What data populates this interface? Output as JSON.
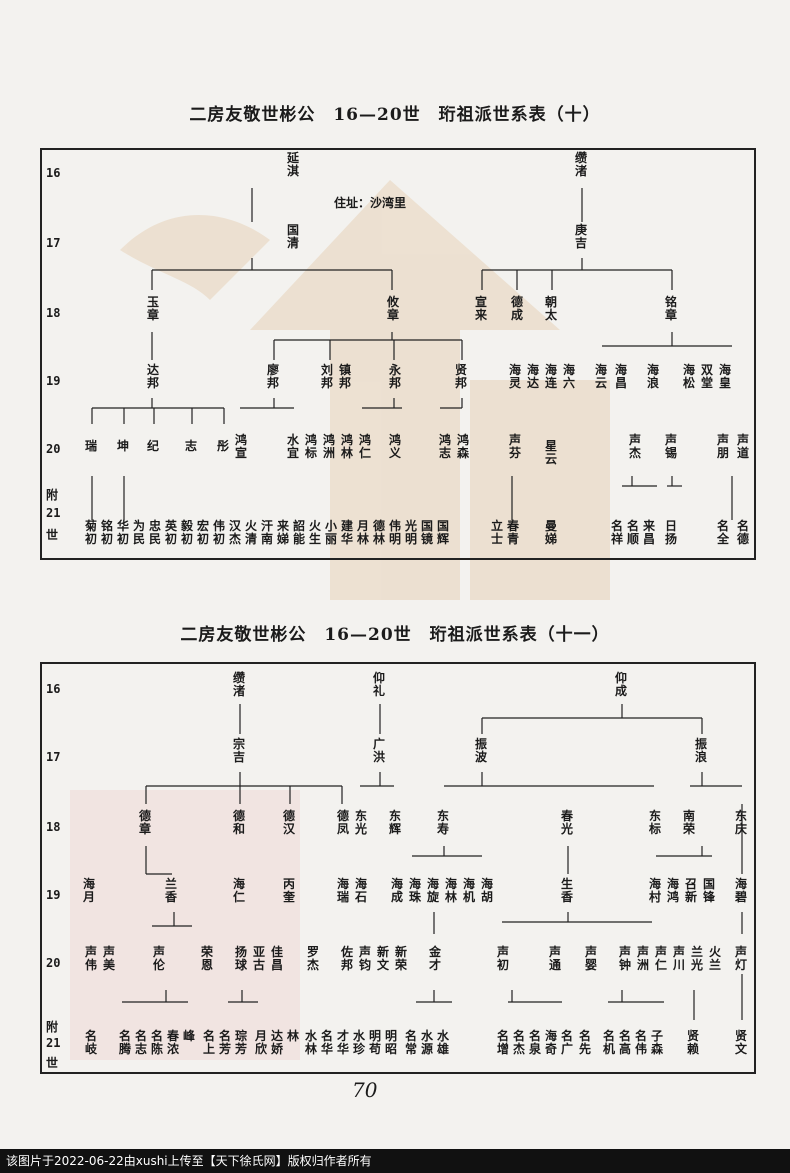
{
  "table1": {
    "title": "二房友敬世彬公　16—20世　珩祖派世系表（十）",
    "address": "住址：沙湾里",
    "gens": [
      "16",
      "17",
      "18",
      "19",
      "20",
      "附",
      "21",
      "世"
    ]
  },
  "table2": {
    "title": "二房友敬世彬公　16—20世　珩祖派世系表（十一）",
    "gens": [
      "16",
      "17",
      "18",
      "19",
      "20",
      "附",
      "21",
      "世"
    ]
  },
  "page_number": "70",
  "footer": "该图片于2022-06-22由xushi上传至【天下徐氏网】版权归作者所有",
  "watermark": "天下徐氏"
}
